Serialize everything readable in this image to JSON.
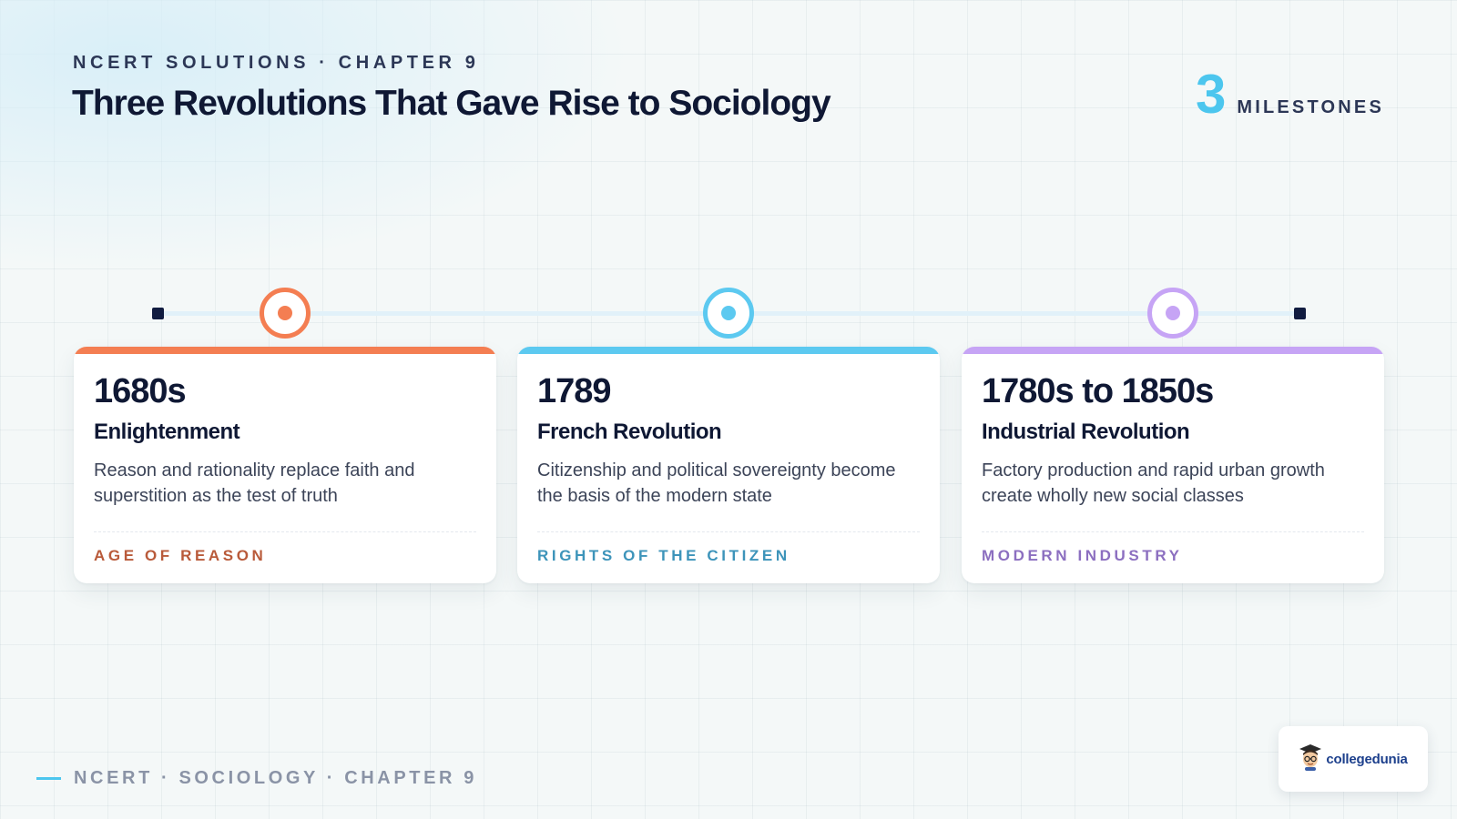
{
  "header": {
    "eyebrow": "NCERT SOLUTIONS · CHAPTER 9",
    "title": "Three Revolutions That Gave Rise to Sociology",
    "milestone_count": "3",
    "milestone_label": "MILESTONES"
  },
  "accents": {
    "enlightenment": "#f47e52",
    "french": "#5cc9f0",
    "industrial": "#c6a4f5",
    "dark": "#0f1834"
  },
  "cards": [
    {
      "year": "1680s",
      "heading": "Enlightenment",
      "description": "Reason and rationality replace faith and superstition as the test of truth",
      "tag": "AGE OF REASON",
      "tag_color": "#b95a3a"
    },
    {
      "year": "1789",
      "heading": "French Revolution",
      "description": "Citizenship and political sovereignty become the basis of the modern state",
      "tag": "RIGHTS OF THE CITIZEN",
      "tag_color": "#3d94ba"
    },
    {
      "year": "1780s to 1850s",
      "heading": "Industrial Revolution",
      "description": "Factory production and rapid urban growth create wholly new social classes",
      "tag": "MODERN INDUSTRY",
      "tag_color": "#8c6fc0"
    }
  ],
  "footer": {
    "text": "NCERT · SOCIOLOGY · CHAPTER 9"
  },
  "logo": {
    "text": "collegedunia",
    "icon": "mascot-icon"
  }
}
